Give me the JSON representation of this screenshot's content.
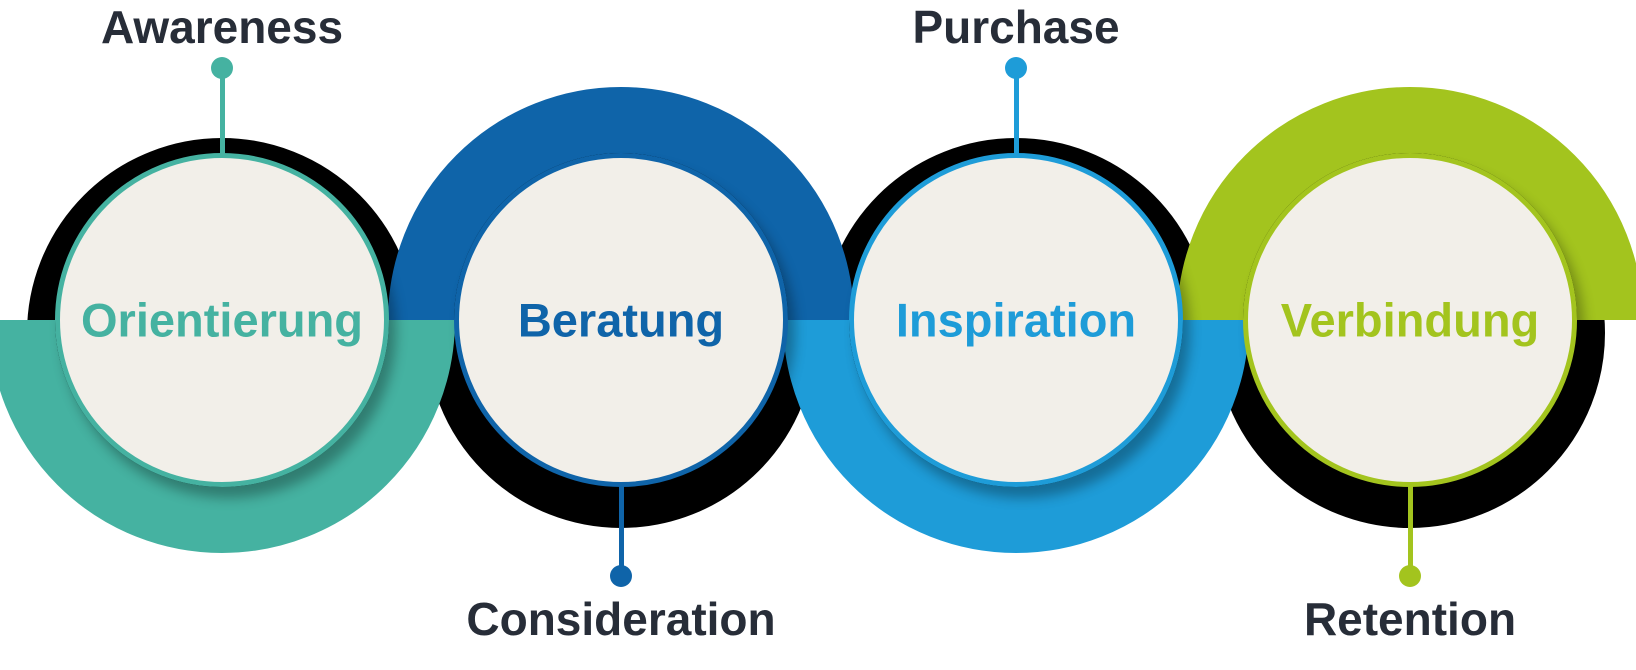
{
  "diagram": {
    "type": "customer-journey-chain",
    "background_color": "#ffffff",
    "disc_fill_color": "#f2efe9",
    "shadow_color": "#000000",
    "phase_label_color": "#272d38",
    "stages": [
      {
        "circle_label": "Orientierung",
        "phase_label": "Awareness",
        "phase_position": "top",
        "ring_half": "bottom",
        "color": "#45b2a1"
      },
      {
        "circle_label": "Beratung",
        "phase_label": "Consideration",
        "phase_position": "bottom",
        "ring_half": "top",
        "color": "#0f64a9"
      },
      {
        "circle_label": "Inspiration",
        "phase_label": "Purchase",
        "phase_position": "top",
        "ring_half": "bottom",
        "color": "#1e9cd8"
      },
      {
        "circle_label": "Verbindung",
        "phase_label": "Retention",
        "phase_position": "bottom",
        "ring_half": "top",
        "color": "#a3c41e"
      }
    ]
  }
}
